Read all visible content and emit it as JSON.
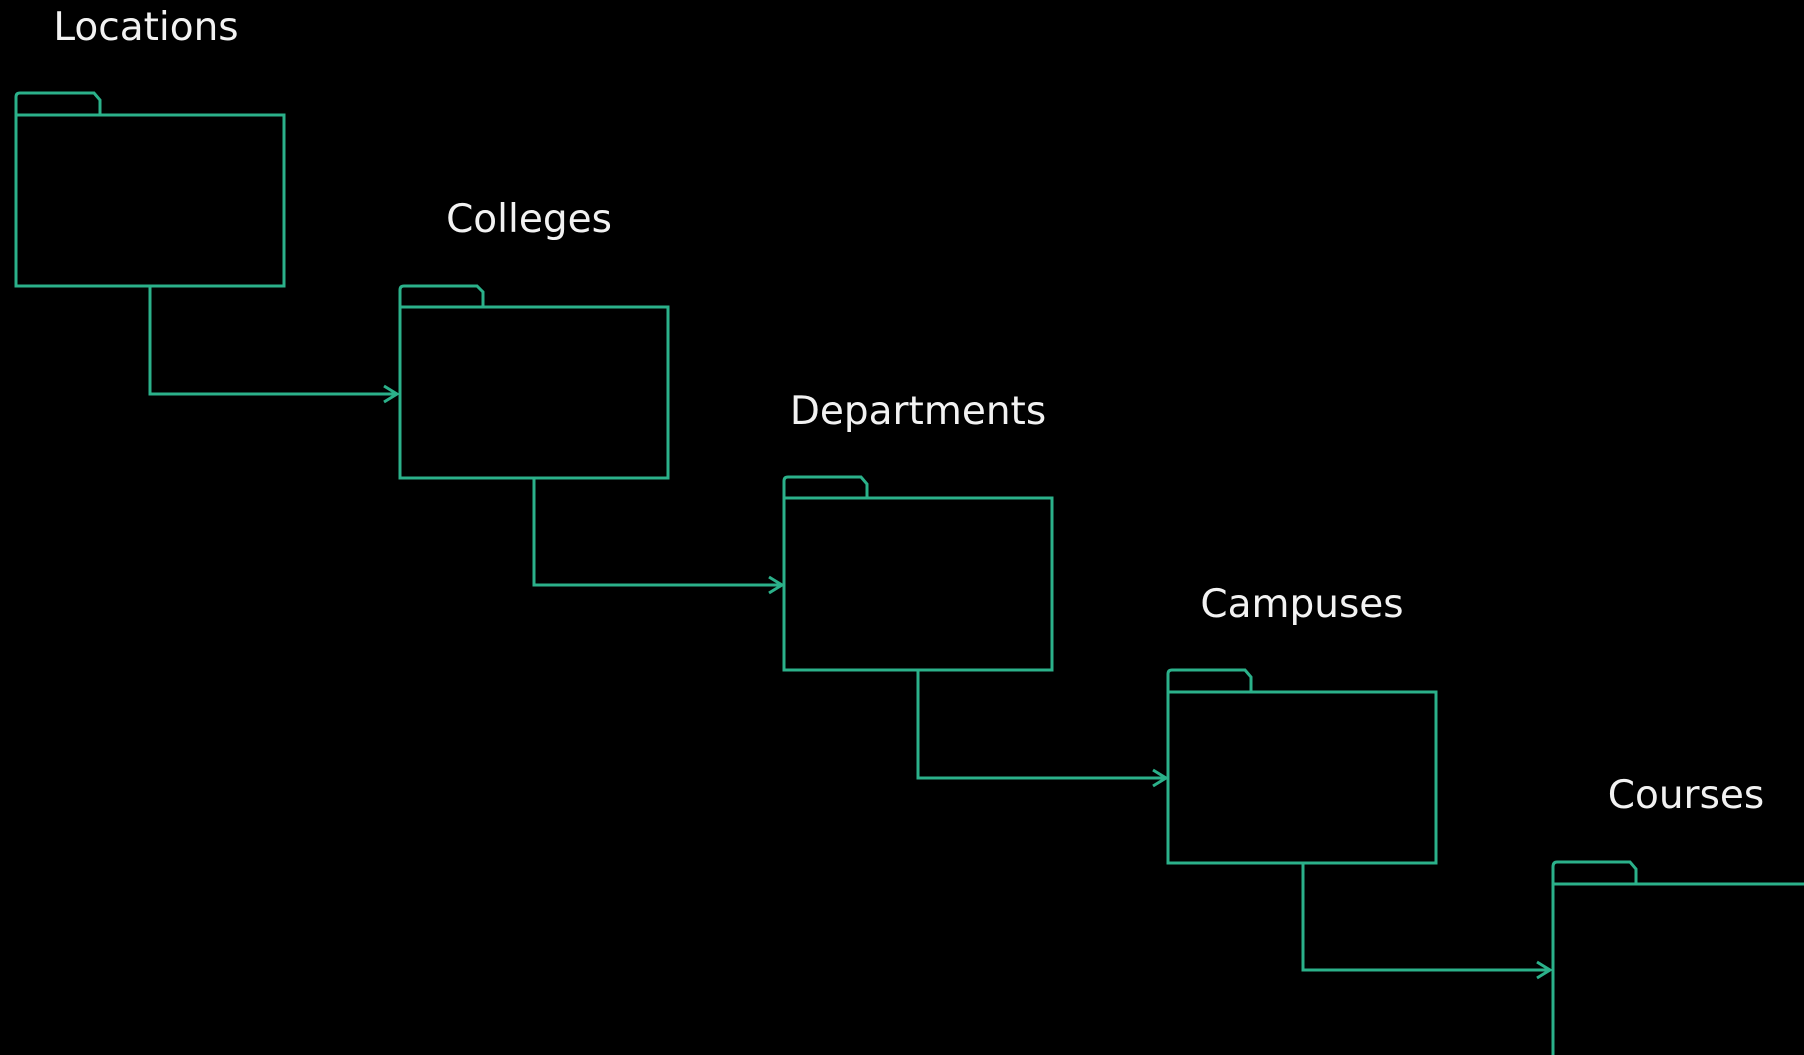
{
  "diagram": {
    "type": "package-hierarchy",
    "stroke_color": "#2bb18a",
    "background_color": "#000000",
    "text_color": "#f2f2f2",
    "packages": [
      {
        "id": "locations",
        "label": "Locations"
      },
      {
        "id": "colleges",
        "label": "Colleges"
      },
      {
        "id": "departments",
        "label": "Departments"
      },
      {
        "id": "campuses",
        "label": "Campuses"
      },
      {
        "id": "courses",
        "label": "Courses"
      }
    ],
    "connectors": [
      {
        "from": "locations",
        "to": "colleges"
      },
      {
        "from": "colleges",
        "to": "departments"
      },
      {
        "from": "departments",
        "to": "campuses"
      },
      {
        "from": "campuses",
        "to": "courses"
      }
    ]
  }
}
